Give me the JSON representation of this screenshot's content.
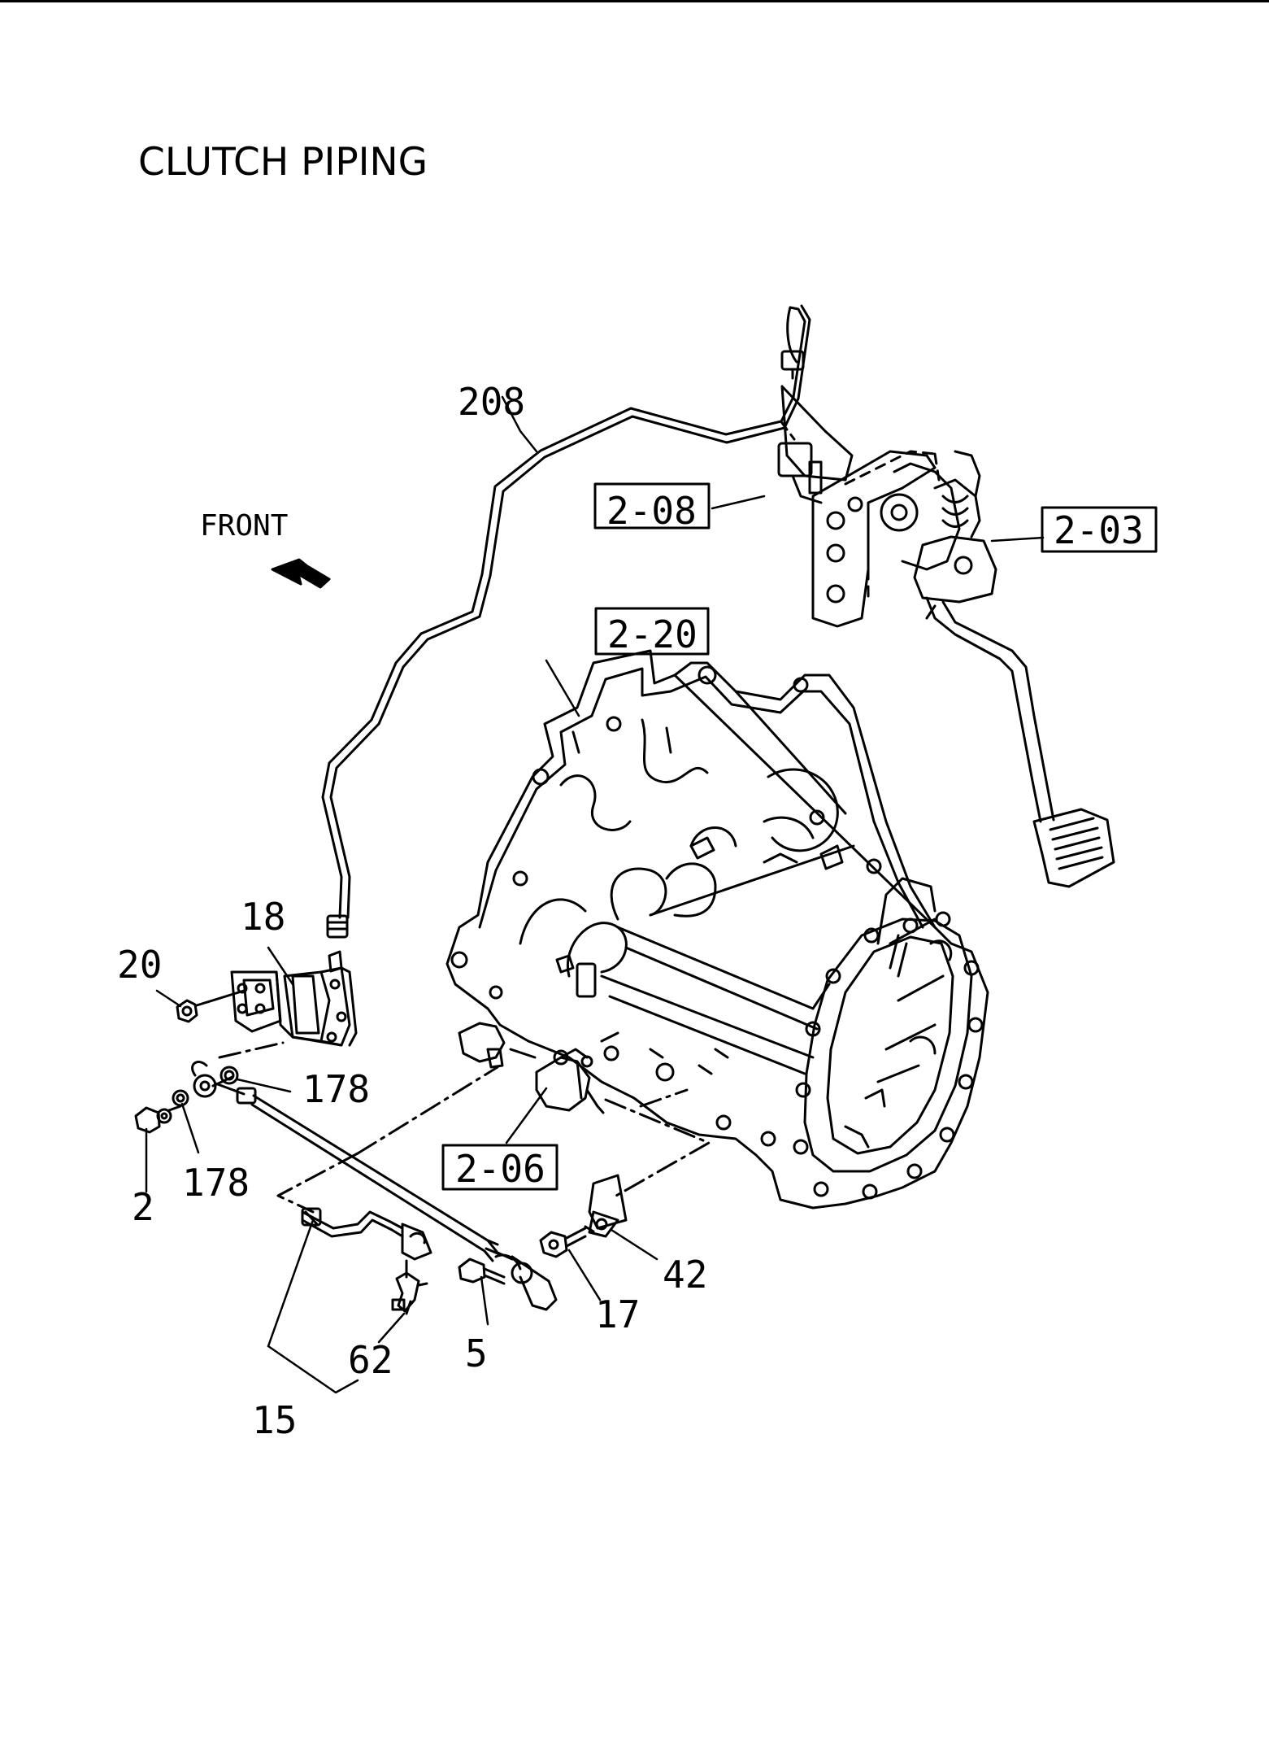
{
  "title": "CLUTCH PIPING",
  "front_label": "FRONT",
  "callouts": {
    "p208": "208",
    "p2_08": "2-08",
    "p2_03": "2-03",
    "p2_20": "2-20",
    "p18": "18",
    "p20": "20",
    "p178a": "178",
    "p178b": "178",
    "p2": "2",
    "p2_06": "2-06",
    "p42": "42",
    "p17": "17",
    "p5": "5",
    "p62": "62",
    "p15": "15"
  }
}
